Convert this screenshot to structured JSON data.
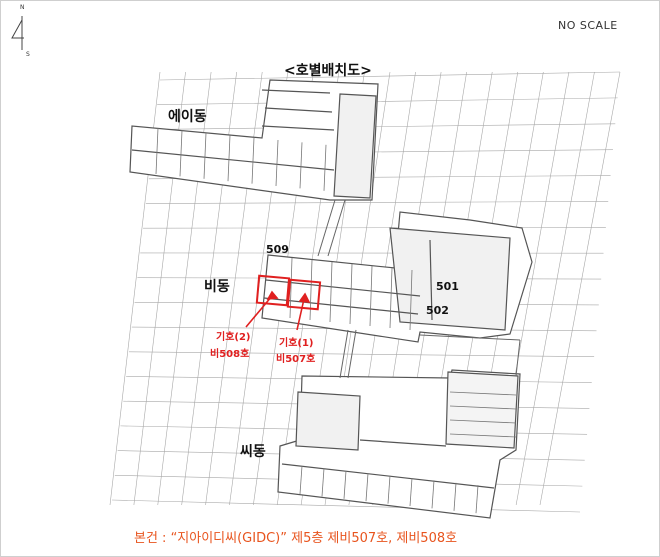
{
  "compass": {
    "north": "N",
    "south": "S"
  },
  "scale_note": "NO SCALE",
  "title": "<호별배치도>",
  "buildings": {
    "a": "에이동",
    "b": "비동",
    "c": "씨동"
  },
  "room_numbers": {
    "r509": "509",
    "r501": "501",
    "r502": "502"
  },
  "markers": [
    {
      "label": "기호(2)",
      "room": "비508호"
    },
    {
      "label": "기호(1)",
      "room": "비507호"
    }
  ],
  "caption": "본건 : “지아이디씨(GIDC)” 제5층 제비507호, 제비508호",
  "colors": {
    "highlight": "#e02020",
    "caption": "#e8541e",
    "grid": "#9a9a9a",
    "plan": "#555555"
  }
}
